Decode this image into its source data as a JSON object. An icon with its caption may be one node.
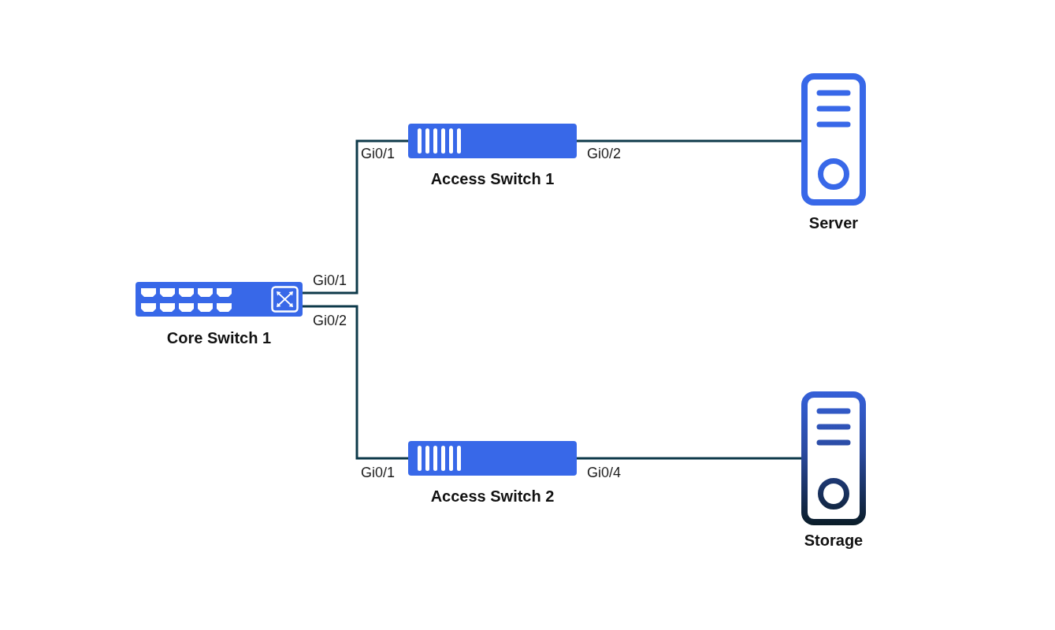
{
  "diagram": {
    "nodes": [
      {
        "text": [
          "Core Switch 1"
        ]
      },
      {
        "text": [
          "Access Switch 1"
        ]
      },
      {
        "text": [
          "Server"
        ]
      },
      {
        "text": [
          "Access Switch 2"
        ]
      },
      {
        "text": [
          "Storage"
        ]
      }
    ],
    "edges": [
      {
        "from": 0,
        "to": 1,
        "arrow": "none"
      },
      {
        "from": 0,
        "to": 3,
        "arrow": "none"
      },
      {
        "from": 1,
        "to": 2,
        "arrow": "none"
      },
      {
        "from": 3,
        "to": 4,
        "arrow": "none"
      }
    ],
    "labels": [
      "Gi0/1",
      "Gi0/2",
      "Gi0/1",
      "Gi0/2",
      "Gi0/1",
      "Gi0/4"
    ]
  }
}
